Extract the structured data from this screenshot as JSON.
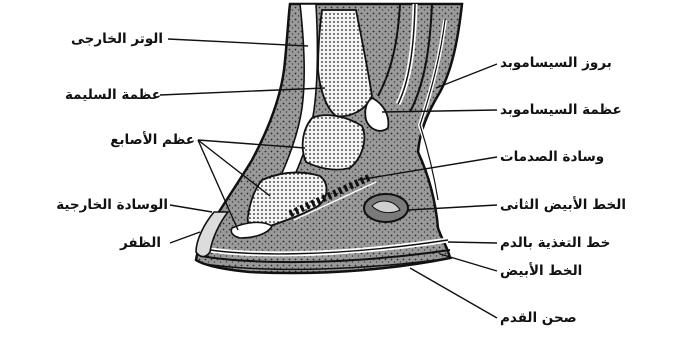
{
  "labels_left": [
    "الوتر الخارجى",
    "عظمة السليمة",
    "عظم الأصابع",
    "الوسادة الخارجية",
    "الظفر"
  ],
  "labels_right": [
    "بروز السيساموبد",
    "عظمة السيساموبد",
    "وسادة الصدمات",
    "الخط الأبيض الثانى",
    "خط التغذية بالدم",
    "الخط الأبيض",
    "صحن القدم"
  ],
  "colors": {
    "ink": "#111111",
    "fill": "#8a8a8a",
    "paper": "#ffffff"
  }
}
